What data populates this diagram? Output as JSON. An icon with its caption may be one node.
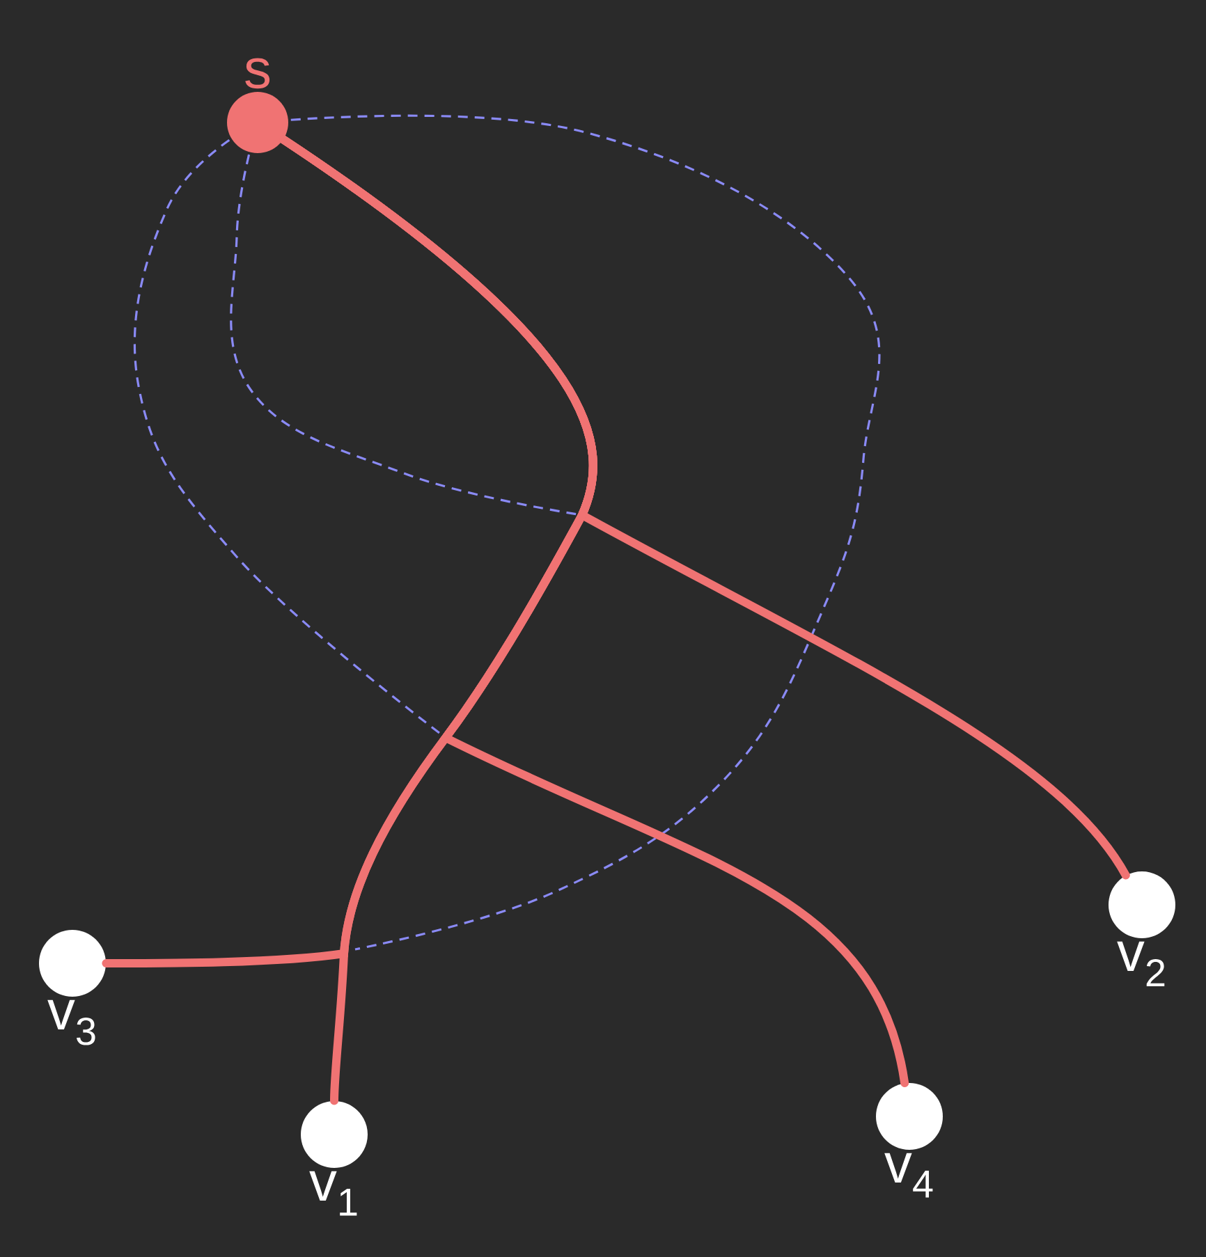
{
  "diagram": {
    "nodes": [
      {
        "text": [
          "s"
        ]
      },
      {
        "text": [
          "v$_{1}$"
        ]
      },
      {
        "text": [
          "v$_{2}$"
        ]
      },
      {
        "text": [
          "v$_{3}$"
        ]
      },
      {
        "text": [
          "v$_{4}$"
        ]
      }
    ],
    "edges": [
      {
        "from": 0,
        "to": 1,
        "arrow": "none"
      },
      {
        "from": 0,
        "to": 2,
        "arrow": "none"
      },
      {
        "from": 0,
        "to": 3,
        "arrow": "none"
      },
      {
        "from": 0,
        "to": 4,
        "arrow": "none"
      }
    ]
  }
}
